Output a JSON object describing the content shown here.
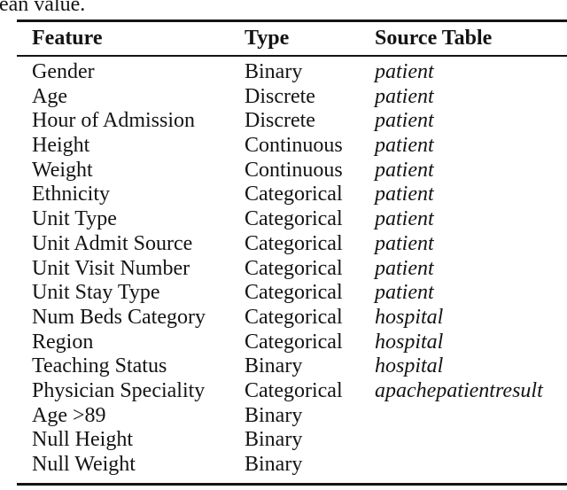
{
  "page": {
    "top_text_fragment": "ean value."
  },
  "table": {
    "columns": [
      "Feature",
      "Type",
      "Source Table"
    ],
    "rows": [
      {
        "feature": "Gender",
        "type": "Binary",
        "source": "patient"
      },
      {
        "feature": "Age",
        "type": "Discrete",
        "source": "patient"
      },
      {
        "feature": "Hour of Admission",
        "type": "Discrete",
        "source": "patient"
      },
      {
        "feature": "Height",
        "type": "Continuous",
        "source": "patient"
      },
      {
        "feature": "Weight",
        "type": "Continuous",
        "source": "patient"
      },
      {
        "feature": "Ethnicity",
        "type": "Categorical",
        "source": "patient"
      },
      {
        "feature": "Unit Type",
        "type": "Categorical",
        "source": "patient"
      },
      {
        "feature": "Unit Admit Source",
        "type": "Categorical",
        "source": "patient"
      },
      {
        "feature": "Unit Visit Number",
        "type": "Categorical",
        "source": "patient"
      },
      {
        "feature": "Unit Stay Type",
        "type": "Categorical",
        "source": "patient"
      },
      {
        "feature": "Num Beds Category",
        "type": "Categorical",
        "source": "hospital"
      },
      {
        "feature": "Region",
        "type": "Categorical",
        "source": "hospital"
      },
      {
        "feature": "Teaching Status",
        "type": "Binary",
        "source": "hospital"
      },
      {
        "feature": "Physician Speciality",
        "type": "Categorical",
        "source": "apachepatientresult"
      },
      {
        "feature": "Age >89",
        "type": "Binary",
        "source": ""
      },
      {
        "feature": "Null Height",
        "type": "Binary",
        "source": ""
      },
      {
        "feature": "Null Weight",
        "type": "Binary",
        "source": ""
      }
    ],
    "text_color": "#141414",
    "background_color": "#ffffff"
  }
}
